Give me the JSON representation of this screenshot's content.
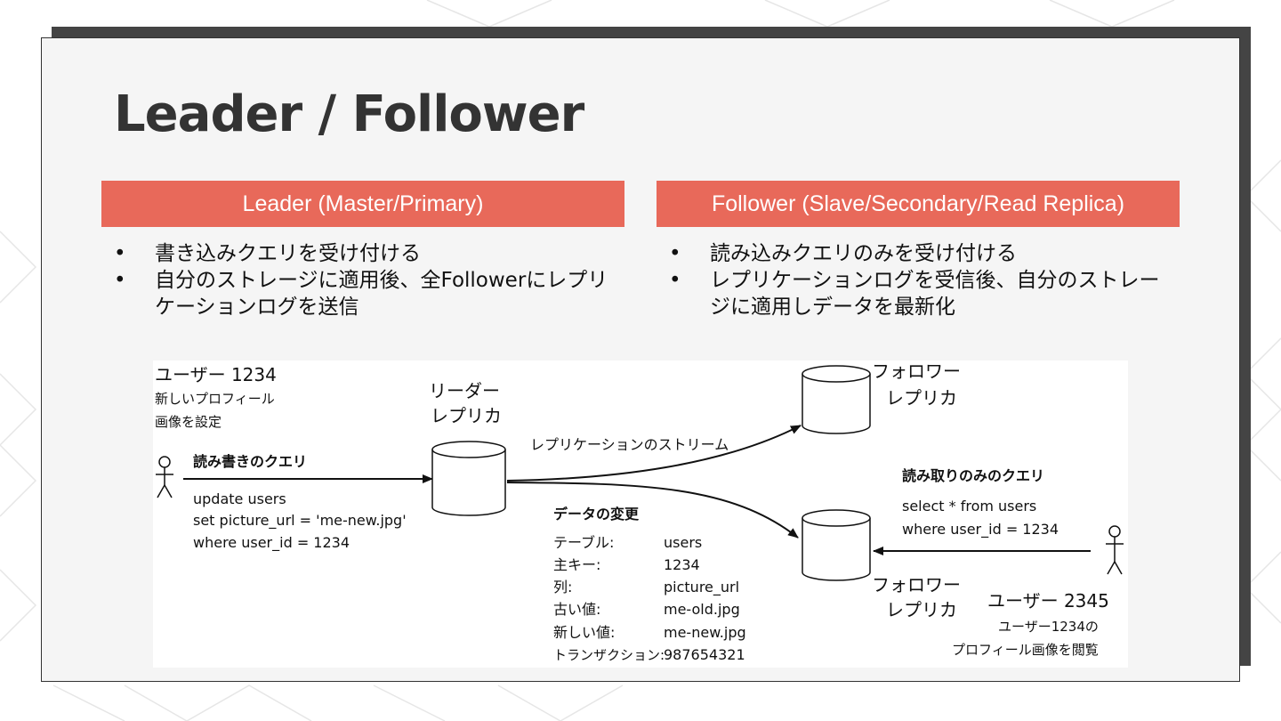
{
  "slide": {
    "title": "Leader / Follower",
    "leader": {
      "header": "Leader (Master/Primary)",
      "bullets": [
        "書き込みクエリを受け付ける",
        "自分のストレージに適用後、全Followerにレプリケーションログを送信"
      ]
    },
    "follower": {
      "header": "Follower (Slave/Secondary/Read Replica)",
      "bullets": [
        "読み込みクエリのみを受け付ける",
        "レプリケーションログを受信後、自分のストレージに適用しデータを最新化"
      ]
    },
    "bullet_char": "•",
    "colors": {
      "accent": "#e8695a",
      "title": "#333333",
      "background": "#f5f5f5"
    }
  },
  "diagram": {
    "user1": {
      "name": "ユーザー 1234",
      "desc_line1": "新しいプロフィール",
      "desc_line2": "画像を設定",
      "query_label": "読み書きのクエリ",
      "query": [
        "update users",
        "set picture_url = 'me-new.jpg'",
        "where user_id = 1234"
      ]
    },
    "leader_label": [
      "リーダー",
      "レプリカ"
    ],
    "replication_stream": "レプリケーションのストリーム",
    "follower_label": [
      "フォロワー",
      "レプリカ"
    ],
    "data_change": {
      "title": "データの変更",
      "rows": [
        {
          "key": "テーブル:",
          "value": "users"
        },
        {
          "key": "主キー:",
          "value": "1234"
        },
        {
          "key": "列:",
          "value": "picture_url"
        },
        {
          "key": "古い値:",
          "value": "me-old.jpg"
        },
        {
          "key": "新しい値:",
          "value": "me-new.jpg"
        },
        {
          "key": "トランザクション:",
          "value": "987654321"
        }
      ]
    },
    "user2": {
      "name": "ユーザー 2345",
      "desc_line1": "ユーザー1234の",
      "desc_line2": "プロフィール画像を閲覧",
      "query_label": "読み取りのみのクエリ",
      "query": [
        "select * from users",
        "where user_id = 1234"
      ]
    }
  }
}
